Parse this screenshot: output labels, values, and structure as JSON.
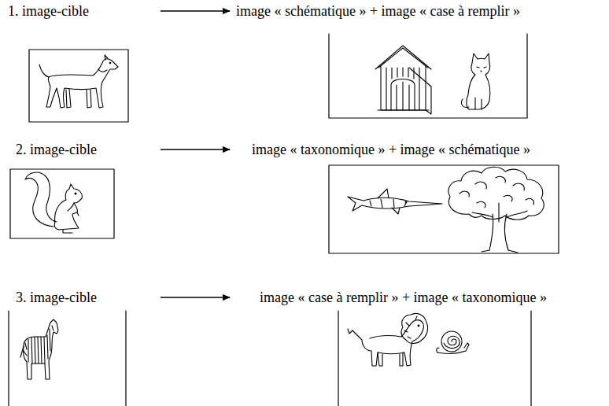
{
  "diagram": {
    "nodes": [
      {
        "text": [
          "1. image-cible"
        ]
      },
      {
        "text": [
          "image « schématique » + image « case à remplir »"
        ]
      },
      {
        "text": [
          "2. image-cible"
        ]
      },
      {
        "text": [
          "image « taxonomique » + image « schématique »"
        ]
      },
      {
        "text": [
          "3. image-cible"
        ]
      },
      {
        "text": [
          "image « case à remplir » + image « taxonomique »"
        ]
      }
    ],
    "edges": [
      {
        "from": 0,
        "to": 1,
        "arrow": "to"
      },
      {
        "from": 2,
        "to": 3,
        "arrow": "to"
      },
      {
        "from": 4,
        "to": 5,
        "arrow": "to"
      }
    ]
  }
}
